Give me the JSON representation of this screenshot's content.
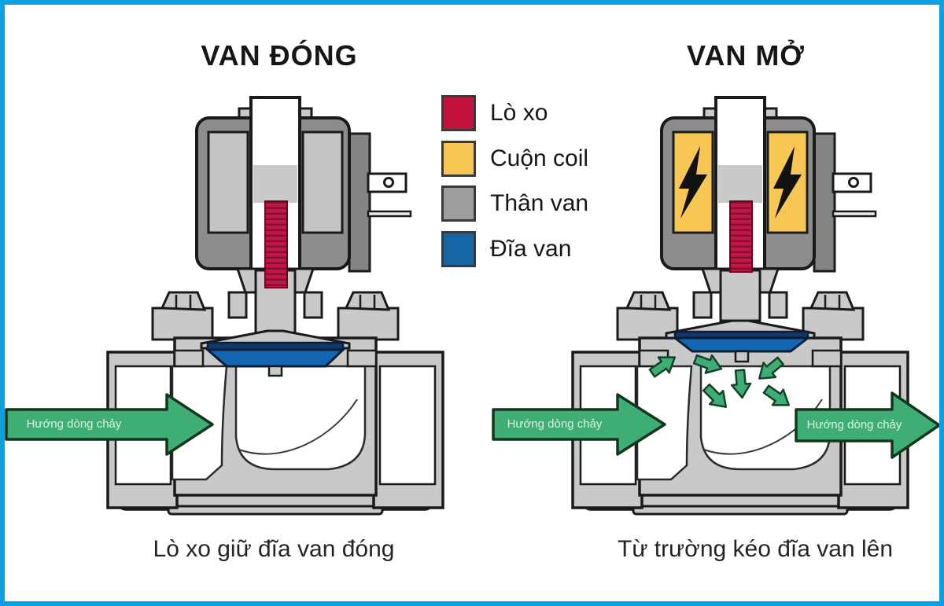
{
  "titles": {
    "left": "VAN ĐÓNG",
    "right": "VAN MỞ"
  },
  "legend": {
    "items": [
      {
        "label": "Lò xo",
        "color": "#c1113c"
      },
      {
        "label": "Cuộn coil",
        "color": "#f8c653"
      },
      {
        "label": "Thân van",
        "color": "#9e9ea0"
      },
      {
        "label": "Đĩa van",
        "color": "#1565a7"
      }
    ]
  },
  "flow_arrows": {
    "left_inlet_label": "Hướng dòng chảy",
    "right_inlet_label": "Hướng dòng chảy",
    "right_outlet_label": "Hướng dòng chảy"
  },
  "captions": {
    "left": "Lò xo giữ đĩa van đóng",
    "right": "Từ trường kéo đĩa van lên"
  },
  "colors": {
    "frame_border": "#0aa0e2",
    "arrow_green": "#3fae75",
    "spring_red": "#c21744",
    "coil_yellow": "#f8c653",
    "valve_body_gray": "#c9c9c9",
    "housing_gray": "#8d8d8d",
    "disc_blue": "#1566b2",
    "outline": "#1a1a1a"
  }
}
